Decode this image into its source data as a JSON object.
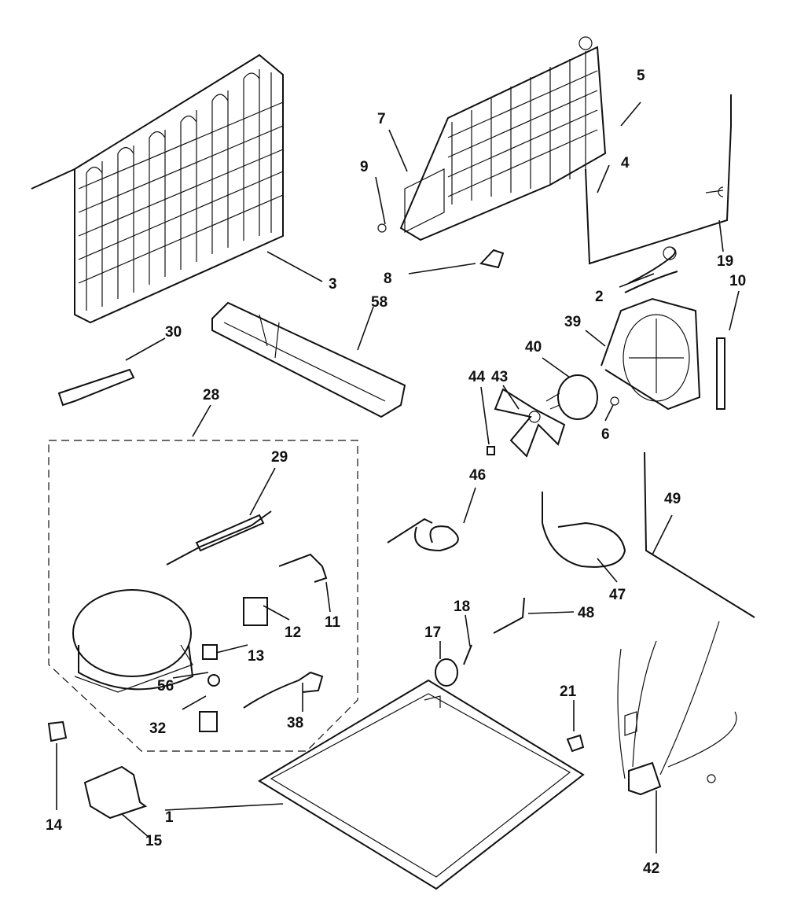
{
  "diagram": {
    "callouts": [
      {
        "id": "1",
        "text": "1"
      },
      {
        "id": "2",
        "text": "2"
      },
      {
        "id": "3",
        "text": "3"
      },
      {
        "id": "4",
        "text": "4"
      },
      {
        "id": "5",
        "text": "5"
      },
      {
        "id": "6",
        "text": "6"
      },
      {
        "id": "7",
        "text": "7"
      },
      {
        "id": "8",
        "text": "8"
      },
      {
        "id": "9",
        "text": "9"
      },
      {
        "id": "10",
        "text": "10"
      },
      {
        "id": "11",
        "text": "11"
      },
      {
        "id": "12",
        "text": "12"
      },
      {
        "id": "13",
        "text": "13"
      },
      {
        "id": "14",
        "text": "14"
      },
      {
        "id": "15",
        "text": "15"
      },
      {
        "id": "17",
        "text": "17"
      },
      {
        "id": "18",
        "text": "18"
      },
      {
        "id": "19",
        "text": "19"
      },
      {
        "id": "21",
        "text": "21"
      },
      {
        "id": "28",
        "text": "28"
      },
      {
        "id": "29",
        "text": "29"
      },
      {
        "id": "30",
        "text": "30"
      },
      {
        "id": "32",
        "text": "32"
      },
      {
        "id": "38",
        "text": "38"
      },
      {
        "id": "39",
        "text": "39"
      },
      {
        "id": "40",
        "text": "40"
      },
      {
        "id": "42",
        "text": "42"
      },
      {
        "id": "43",
        "text": "43"
      },
      {
        "id": "44",
        "text": "44"
      },
      {
        "id": "46",
        "text": "46"
      },
      {
        "id": "47",
        "text": "47"
      },
      {
        "id": "48",
        "text": "48"
      },
      {
        "id": "49",
        "text": "49"
      },
      {
        "id": "56",
        "text": "56"
      },
      {
        "id": "58",
        "text": "58"
      }
    ]
  }
}
